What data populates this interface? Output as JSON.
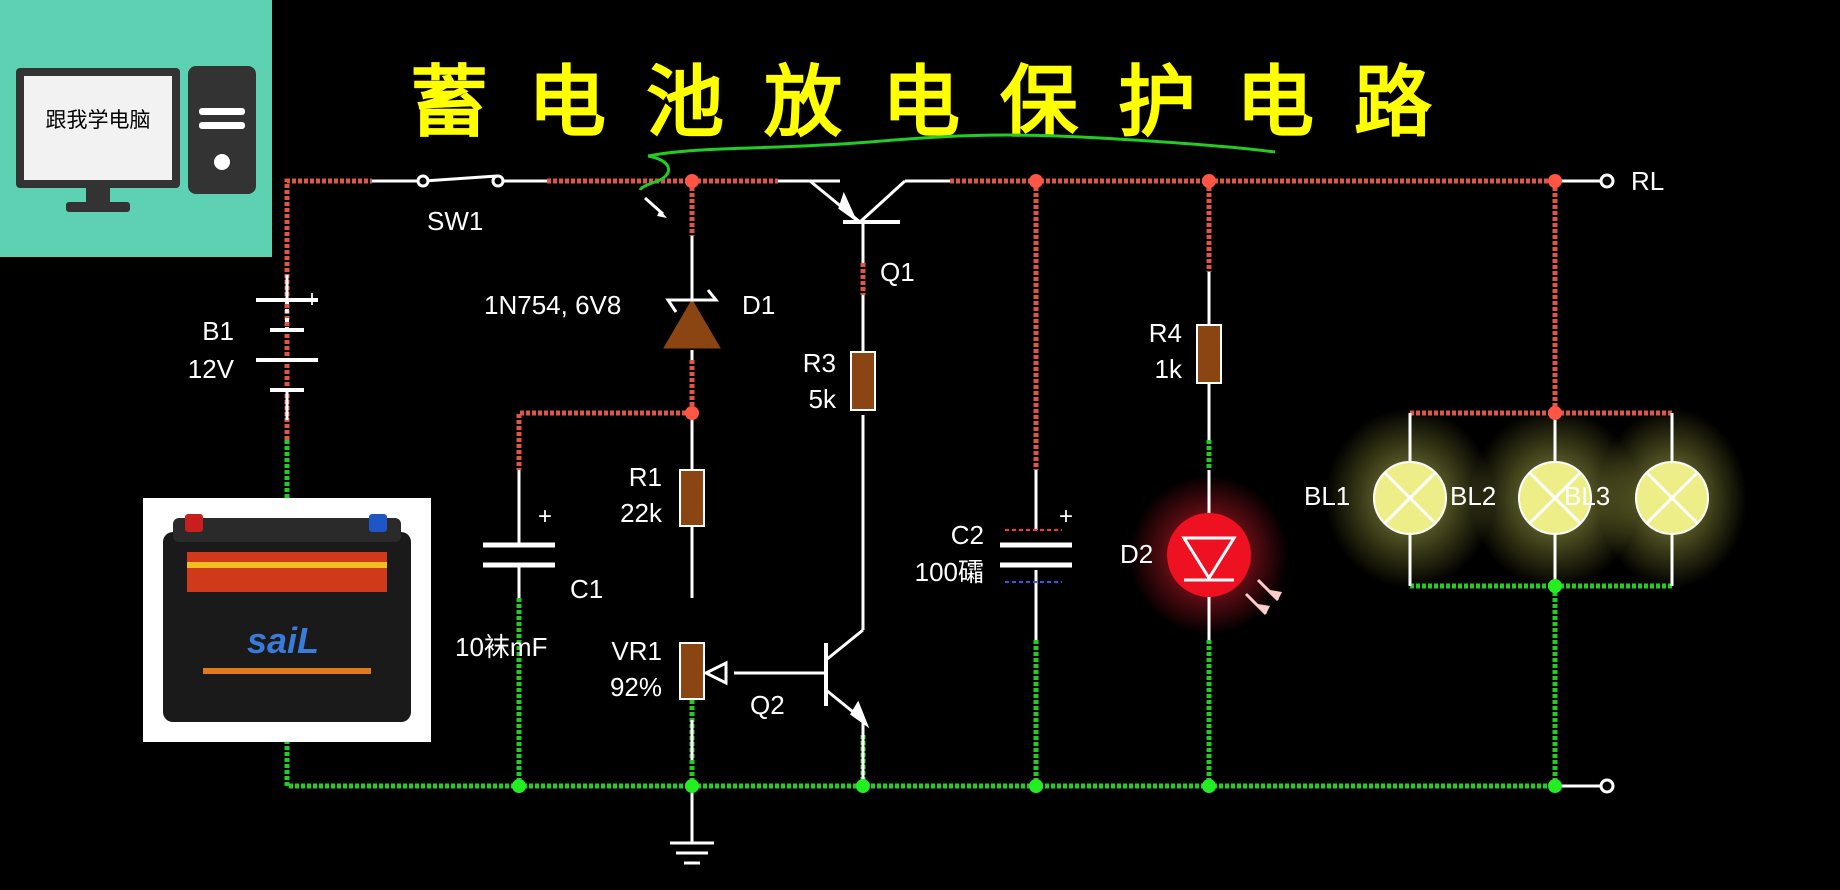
{
  "title": "蓄电池放电保护电路",
  "logo": {
    "text": "跟我学电脑",
    "icon": "computer-icon"
  },
  "battery_photo": {
    "brand": "saiL"
  },
  "colors": {
    "background": "#000000",
    "title": "#ffff00",
    "positive_wire": "#e05545",
    "ground_wire": "#22cc22",
    "neutral_wire": "#ffffff",
    "component": "#8b4513",
    "logo_bg": "#5ed1b3",
    "annotation": "#22cc22"
  },
  "components": {
    "sw1": {
      "name": "SW1"
    },
    "b1": {
      "name": "B1",
      "value": "12V",
      "plus": "+"
    },
    "d1": {
      "name": "D1",
      "value": "1N754, 6V8"
    },
    "q1": {
      "name": "Q1"
    },
    "q2": {
      "name": "Q2"
    },
    "r3": {
      "name": "R3",
      "value": "5k"
    },
    "r1": {
      "name": "R1",
      "value": "22k"
    },
    "vr1": {
      "name": "VR1",
      "value": "92%"
    },
    "c1": {
      "name": "C1",
      "value": "10袜mF",
      "plus": "+"
    },
    "c2": {
      "name": "C2",
      "value": "100礵",
      "plus": "+"
    },
    "r4": {
      "name": "R4",
      "value": "1k"
    },
    "d2": {
      "name": "D2"
    },
    "bl1": {
      "name": "BL1"
    },
    "bl2": {
      "name": "BL2"
    },
    "bl3": {
      "name": "BL3"
    },
    "rl": {
      "name": "RL"
    }
  }
}
